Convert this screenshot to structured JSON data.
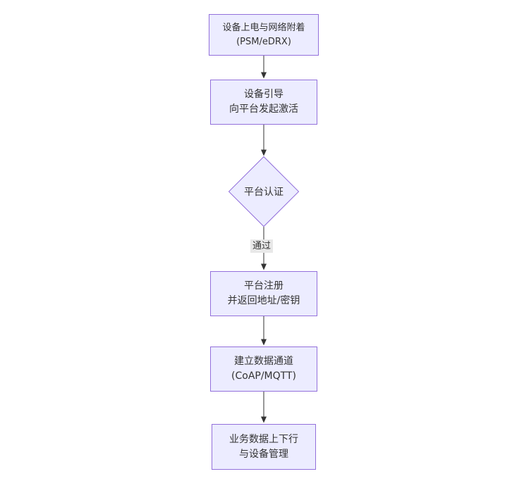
{
  "diagram": {
    "type": "flowchart",
    "direction": "top-down",
    "background_color": "#ffffff",
    "node_fill_color": "#ECECFF",
    "node_border_color": "#9370DB",
    "text_color": "#333333",
    "edge_color": "#333333",
    "edge_label_bg_color": "#e8e8e8",
    "nodes": [
      {
        "id": "power-attach",
        "shape": "rect",
        "lines": [
          "设备上电与网络附着",
          "(PSM/eDRX)"
        ]
      },
      {
        "id": "bootstrap",
        "shape": "rect",
        "lines": [
          "设备引导",
          "向平台发起激活"
        ]
      },
      {
        "id": "platform-auth",
        "shape": "diamond",
        "lines": [
          "平台认证"
        ]
      },
      {
        "id": "platform-register",
        "shape": "rect",
        "lines": [
          "平台注册",
          "并返回地址/密钥"
        ]
      },
      {
        "id": "data-channel",
        "shape": "rect",
        "lines": [
          "建立数据通道",
          "(CoAP/MQTT)"
        ]
      },
      {
        "id": "business-data",
        "shape": "rect",
        "lines": [
          "业务数据上下行",
          "与设备管理"
        ]
      }
    ],
    "edges": [
      {
        "from": "power-attach",
        "to": "bootstrap",
        "label": ""
      },
      {
        "from": "bootstrap",
        "to": "platform-auth",
        "label": ""
      },
      {
        "from": "platform-auth",
        "to": "platform-register",
        "label": "通过"
      },
      {
        "from": "platform-register",
        "to": "data-channel",
        "label": ""
      },
      {
        "from": "data-channel",
        "to": "business-data",
        "label": ""
      }
    ]
  }
}
